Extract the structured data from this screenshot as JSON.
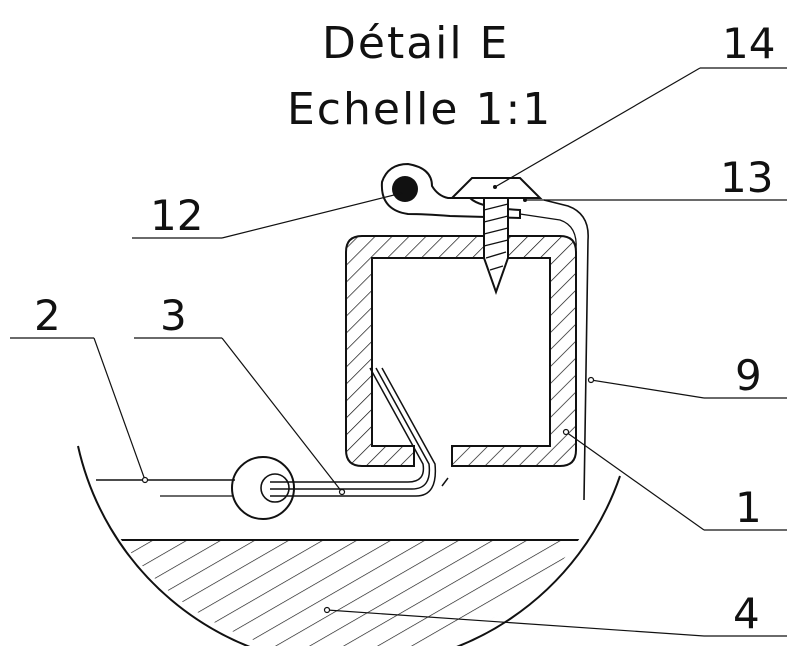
{
  "title": {
    "line1": "Détail E",
    "line2": "Echelle 1:1"
  },
  "callouts": {
    "c14": "14",
    "c13": "13",
    "c12": "12",
    "c2": "2",
    "c3": "3",
    "c9": "9",
    "c1": "1",
    "c4": "4"
  },
  "colors": {
    "line": "#111111",
    "background": "#ffffff"
  }
}
